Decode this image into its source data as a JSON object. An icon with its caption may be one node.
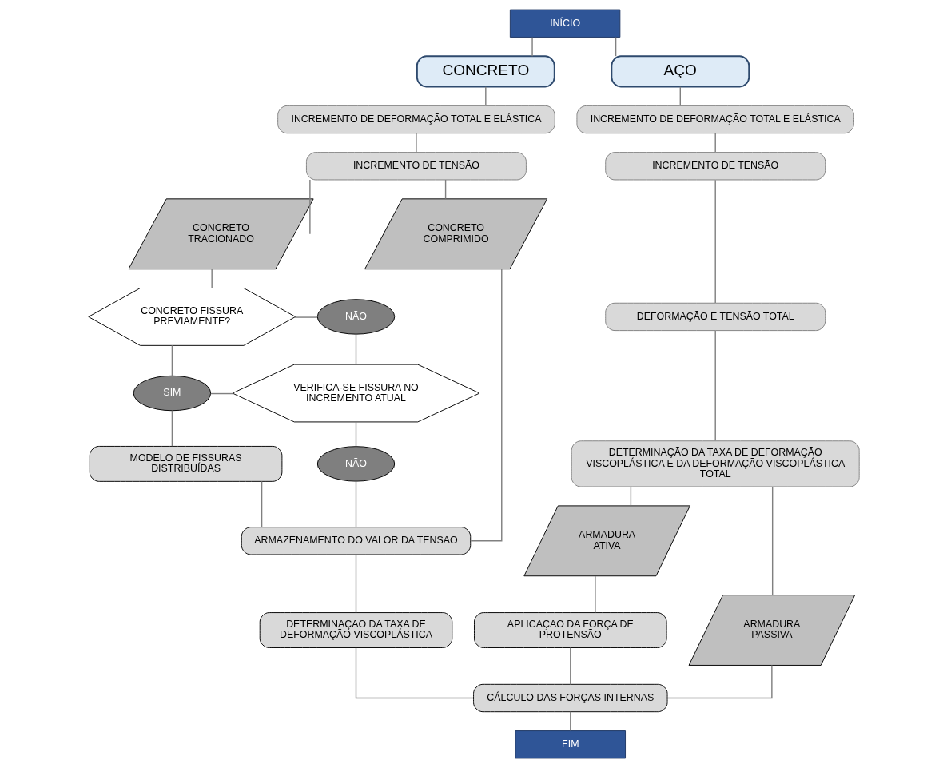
{
  "diagram": {
    "nodes": [
      {
        "text": [
          "INÍCIO"
        ]
      },
      {
        "text": [
          "CONCRETO"
        ]
      },
      {
        "text": [
          "AÇO"
        ]
      },
      {
        "text": [
          "INCREMENTO DE DEFORMAÇÃO TOTAL E ELÁSTICA"
        ]
      },
      {
        "text": [
          "INCREMENTO DE TENSÃO"
        ]
      },
      {
        "text": [
          "CONCRETO TRACIONADO"
        ]
      },
      {
        "text": [
          "CONCRETO COMPRIMIDO"
        ]
      },
      {
        "text": [
          "CONCRETO FISSURA PREVIAMENTE?"
        ]
      },
      {
        "text": [
          "NÃO"
        ]
      },
      {
        "text": [
          "SIM"
        ]
      },
      {
        "text": [
          "VERIFICA-SE FISSURA NO INCREMENTO ATUAL"
        ]
      },
      {
        "text": [
          "MODELO DE FISSURAS DISTRIBUÍDAS"
        ]
      },
      {
        "text": [
          "NÃO"
        ]
      },
      {
        "text": [
          "ARMAZENAMENTO DO VALOR DA TENSÃO"
        ]
      },
      {
        "text": [
          "DETERMINAÇÃO DA TAXA DE DEFORMAÇÃO VISCOPLÁSTICA"
        ]
      },
      {
        "text": [
          "INCREMENTO DE DEFORMAÇÃO TOTAL E ELÁSTICA"
        ]
      },
      {
        "text": [
          "INCREMENTO DE TENSÃO"
        ]
      },
      {
        "text": [
          "DEFORMAÇÃO E TENSÃO TOTAL"
        ]
      },
      {
        "text": [
          "DETERMINAÇÃO DA TAXA DE DEFORMAÇÃO VISCOPLÁSTICA E DA DEFORMAÇÃO VISCOPLÁSTICA TOTAL"
        ]
      },
      {
        "text": [
          "ARMADURA PASSIVA"
        ]
      },
      {
        "text": [
          "ARMADURA ATIVA"
        ]
      },
      {
        "text": [
          "APLICAÇÃO DA FORÇA DE PROTENSÃO"
        ]
      },
      {
        "text": [
          "CÁLCULO DAS FORÇAS INTERNAS"
        ]
      },
      {
        "text": [
          "FIM"
        ]
      }
    ],
    "edges": [
      {
        "from": 0,
        "to": 1,
        "arrow": "none"
      },
      {
        "from": 0,
        "to": 2,
        "arrow": "none"
      },
      {
        "from": 1,
        "to": 3,
        "arrow": "none"
      },
      {
        "from": 3,
        "to": 4,
        "arrow": "none"
      },
      {
        "from": 4,
        "to": 5,
        "arrow": "none"
      },
      {
        "from": 4,
        "to": 6,
        "arrow": "none"
      },
      {
        "from": 5,
        "to": 7,
        "arrow": "none"
      },
      {
        "from": 7,
        "to": 8,
        "arrow": "none"
      },
      {
        "from": 7,
        "to": 9,
        "arrow": "none"
      },
      {
        "from": 8,
        "to": 10,
        "arrow": "none"
      },
      {
        "from": 9,
        "to": 10,
        "arrow": "none"
      },
      {
        "from": 9,
        "to": 11,
        "arrow": "none"
      },
      {
        "from": 10,
        "to": 12,
        "arrow": "none"
      },
      {
        "from": 11,
        "to": 13,
        "arrow": "none"
      },
      {
        "from": 12,
        "to": 13,
        "arrow": "none"
      },
      {
        "from": 6,
        "to": 13,
        "arrow": "none"
      },
      {
        "from": 13,
        "to": 14,
        "arrow": "none"
      },
      {
        "from": 14,
        "to": 22,
        "arrow": "none"
      },
      {
        "from": 2,
        "to": 15,
        "arrow": "none"
      },
      {
        "from": 15,
        "to": 16,
        "arrow": "none"
      },
      {
        "from": 16,
        "to": 17,
        "arrow": "none"
      },
      {
        "from": 17,
        "to": 18,
        "arrow": "none"
      },
      {
        "from": 18,
        "to": 19,
        "arrow": "none"
      },
      {
        "from": 18,
        "to": 20,
        "arrow": "none"
      },
      {
        "from": 20,
        "to": 21,
        "arrow": "none"
      },
      {
        "from": 19,
        "to": 22,
        "arrow": "none"
      },
      {
        "from": 21,
        "to": 22,
        "arrow": "none"
      },
      {
        "from": 22,
        "to": 23,
        "arrow": "none"
      }
    ]
  }
}
